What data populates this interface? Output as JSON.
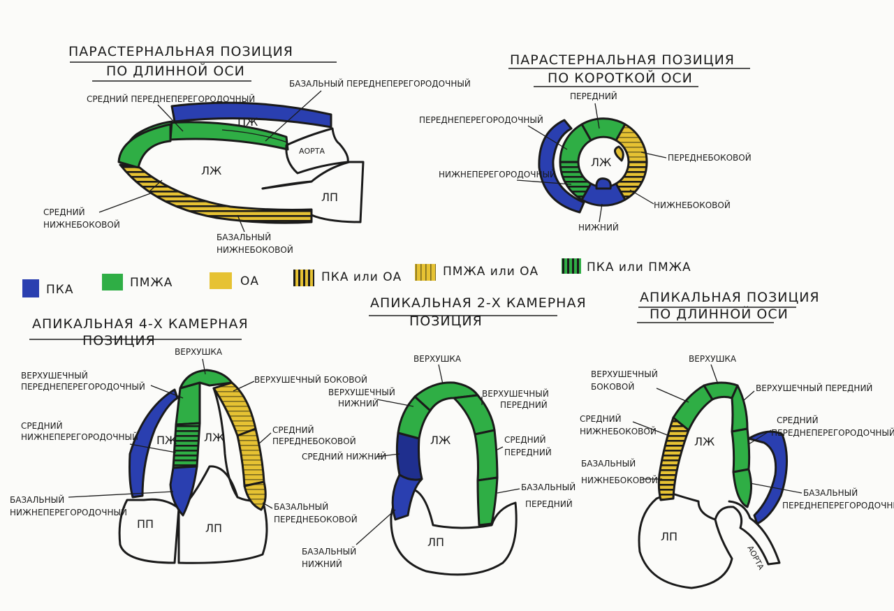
{
  "colors": {
    "rca": "#2a3fb0",
    "lad": "#2fae45",
    "lcx": "#e6c233",
    "stripe": "#1a1a1a",
    "outline": "#1a1a1a",
    "paper": "#fbfbf9"
  },
  "legend": [
    {
      "label": "ПКА",
      "fill": "rca",
      "stripes": ""
    },
    {
      "label": "ПМЖА",
      "fill": "lad",
      "stripes": ""
    },
    {
      "label": "ОА",
      "fill": "lcx",
      "stripes": ""
    },
    {
      "label": "ПКА или ОА",
      "fill": "lcx",
      "stripes": "rca-lcx"
    },
    {
      "label": "ПМЖА или ОА",
      "fill": "lcx",
      "stripes": "lad-lcx"
    },
    {
      "label": "ПКА или ПМЖА",
      "fill": "lad",
      "stripes": "rca-lad"
    }
  ],
  "plax": {
    "title_line1": "ПАРАСТЕРНАЛЬНАЯ ПОЗИЦИЯ",
    "title_line2": "ПО ДЛИННОЙ ОСИ",
    "labels": {
      "mid_anteroseptal": "СРЕДНИЙ ПЕРЕДНЕПЕРЕГОРОДОЧНЫЙ",
      "basal_anteroseptal": "БАЗАЛЬНЫЙ ПЕРЕДНЕПЕРЕГОРОДОЧНЫЙ",
      "mid_inferolateral_1": "СРЕДНИЙ",
      "mid_inferolateral_2": "НИЖНЕБОКОВОЙ",
      "basal_inferolateral_1": "БАЗАЛЬНЫЙ",
      "basal_inferolateral_2": "НИЖНЕБОКОВОЙ"
    },
    "chambers": {
      "rv": "ПЖ",
      "lv": "ЛЖ",
      "aorta": "АОРТА",
      "la": "ЛП"
    }
  },
  "psax": {
    "title_line1": "ПАРАСТЕРНАЛЬНАЯ ПОЗИЦИЯ",
    "title_line2": "ПО КОРОТКОЙ ОСИ",
    "labels": {
      "anterior": "ПЕРЕДНИЙ",
      "anteroseptal": "ПЕРЕДНЕПЕРЕГОРОДОЧНЫЙ",
      "anterolateral": "ПЕРЕДНЕБОКОВОЙ",
      "inferoseptal": "НИЖНЕПЕРЕГОРОДОЧНЫЙ",
      "inferolateral": "НИЖНЕБОКОВОЙ",
      "inferior": "НИЖНИЙ"
    },
    "chambers": {
      "lv": "ЛЖ"
    }
  },
  "a4c": {
    "title_line1": "АПИКАЛЬНАЯ 4-Х КАМЕРНАЯ",
    "title_line2": "ПОЗИЦИЯ",
    "labels": {
      "apex": "ВЕРХУШКА",
      "apical_septal_1": "ВЕРХУШЕЧНЫЙ",
      "apical_septal_2": "ПЕРЕДНЕПЕРЕГОРОДОЧНЫЙ",
      "apical_lateral": "ВЕРХУШЕЧНЫЙ БОКОВОЙ",
      "mid_inferoseptal_1": "СРЕДНИЙ",
      "mid_inferoseptal_2": "НИЖНЕПЕРЕГОРОДОЧНЫЙ",
      "mid_anterolateral_1": "СРЕДНИЙ",
      "mid_anterolateral_2": "ПЕРЕДНЕБОКОВОЙ",
      "basal_inferoseptal_1": "БАЗАЛЬНЫЙ",
      "basal_inferoseptal_2": "НИЖНЕПЕРЕГОРОДОЧНЫЙ",
      "basal_anterolateral_1": "БАЗАЛЬНЫЙ",
      "basal_anterolateral_2": "ПЕРЕДНЕБОКОВОЙ"
    },
    "chambers": {
      "rv": "ПЖ",
      "lv": "ЛЖ",
      "ra": "ПП",
      "la": "ЛП"
    }
  },
  "a2c": {
    "title_line1": "АПИКАЛЬНАЯ 2-Х КАМЕРНАЯ",
    "title_line2": "ПОЗИЦИЯ",
    "labels": {
      "apex": "ВЕРХУШКА",
      "apical_inferior_1": "ВЕРХУШЕЧНЫЙ",
      "apical_inferior_2": "НИЖНИЙ",
      "apical_anterior_1": "ВЕРХУШЕЧНЫЙ",
      "apical_anterior_2": "ПЕРЕДНИЙ",
      "mid_inferior": "СРЕДНИЙ НИЖНИЙ",
      "mid_anterior_1": "СРЕДНИЙ",
      "mid_anterior_2": "ПЕРЕДНИЙ",
      "basal_inferior_1": "БАЗАЛЬНЫЙ",
      "basal_inferior_2": "НИЖНИЙ",
      "basal_anterior_1": "БАЗАЛЬНЫЙ",
      "basal_anterior_2": "ПЕРЕДНИЙ"
    },
    "chambers": {
      "lv": "ЛЖ",
      "la": "ЛП"
    }
  },
  "a3c": {
    "title_line1": "АПИКАЛЬНАЯ ПОЗИЦИЯ",
    "title_line2": "ПО ДЛИННОЙ ОСИ",
    "labels": {
      "apex": "ВЕРХУШКА",
      "apical_lateral_1": "ВЕРХУШЕЧНЫЙ",
      "apical_lateral_2": "БОКОВОЙ",
      "apical_anterior": "ВЕРХУШЕЧНЫЙ ПЕРЕДНИЙ",
      "mid_inferolateral_1": "СРЕДНИЙ",
      "mid_inferolateral_2": "НИЖНЕБОКОВОЙ",
      "mid_anteroseptal_1": "СРЕДНИЙ",
      "mid_anteroseptal_2": "ПЕРЕДНЕПЕРЕГОРОДОЧНЫЙ",
      "basal_inferolateral_1": "БАЗАЛЬНЫЙ",
      "basal_inferolateral_2": "НИЖНЕБОКОВОЙ",
      "basal_anteroseptal_1": "БАЗАЛЬНЫЙ",
      "basal_anteroseptal_2": "ПЕРЕДНЕПЕРЕГОРОДОЧНЫЙ"
    },
    "chambers": {
      "lv": "ЛЖ",
      "la": "ЛП",
      "aorta": "АОРТА"
    }
  }
}
